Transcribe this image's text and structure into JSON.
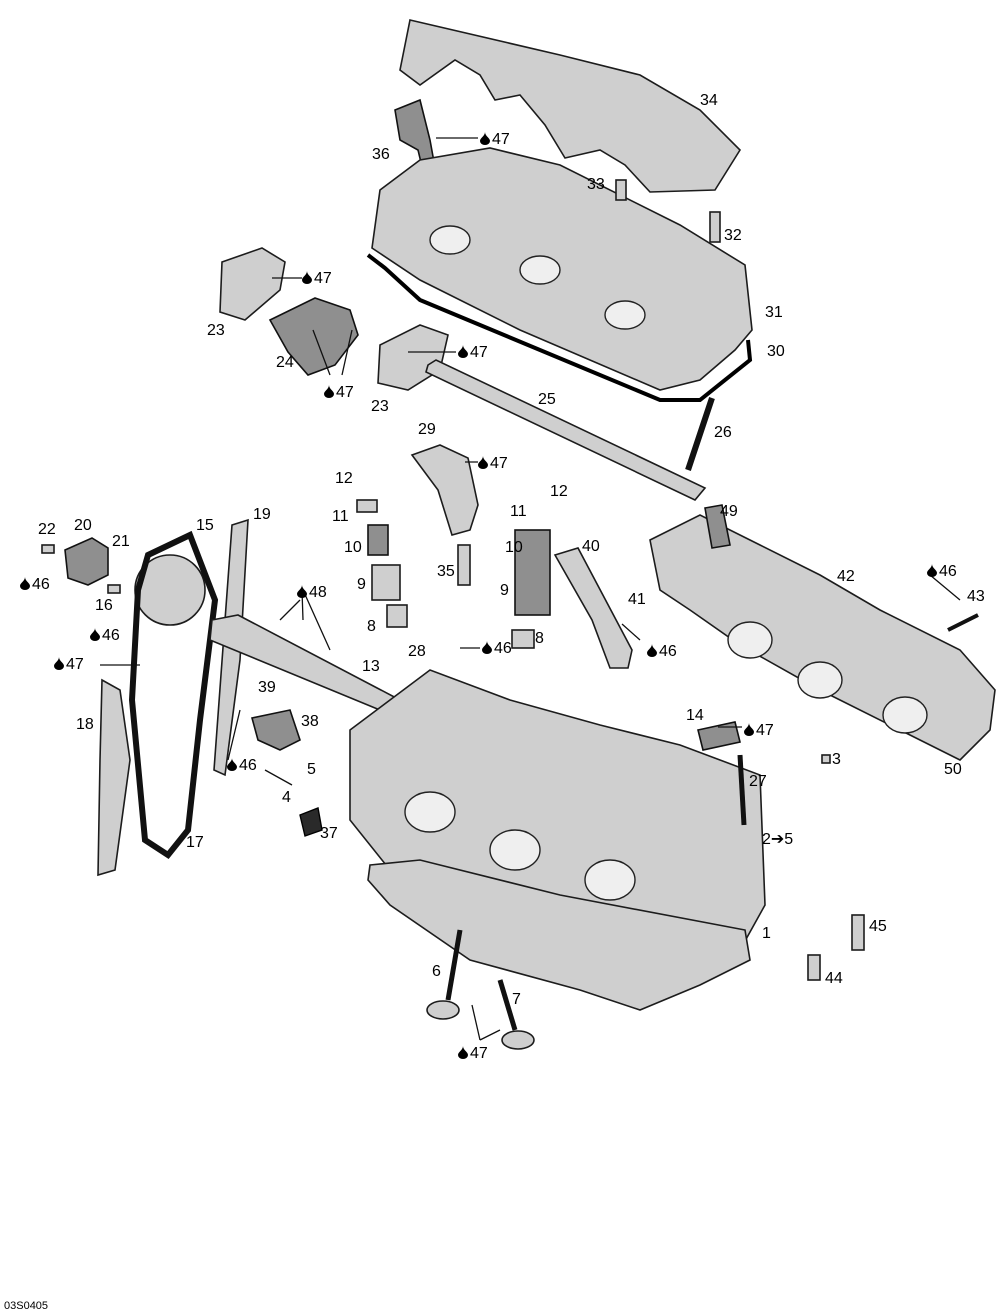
{
  "figure_code": "03S0405",
  "callouts": [
    {
      "text": "34",
      "lube": false
    },
    {
      "text": "47",
      "lube": true
    },
    {
      "text": "36",
      "lube": false
    },
    {
      "text": "33",
      "lube": false
    },
    {
      "text": "32",
      "lube": false
    },
    {
      "text": "47",
      "lube": true
    },
    {
      "text": "31",
      "lube": false
    },
    {
      "text": "23",
      "lube": false
    },
    {
      "text": "30",
      "lube": false
    },
    {
      "text": "47",
      "lube": true
    },
    {
      "text": "24",
      "lube": false
    },
    {
      "text": "47",
      "lube": true
    },
    {
      "text": "23",
      "lube": false
    },
    {
      "text": "25",
      "lube": false
    },
    {
      "text": "26",
      "lube": false
    },
    {
      "text": "29",
      "lube": false
    },
    {
      "text": "47",
      "lube": true
    },
    {
      "text": "12",
      "lube": false
    },
    {
      "text": "12",
      "lube": false
    },
    {
      "text": "11",
      "lube": false
    },
    {
      "text": "11",
      "lube": false
    },
    {
      "text": "49",
      "lube": false
    },
    {
      "text": "22",
      "lube": false
    },
    {
      "text": "20",
      "lube": false
    },
    {
      "text": "15",
      "lube": false
    },
    {
      "text": "19",
      "lube": false
    },
    {
      "text": "21",
      "lube": false
    },
    {
      "text": "10",
      "lube": false
    },
    {
      "text": "10",
      "lube": false
    },
    {
      "text": "40",
      "lube": false
    },
    {
      "text": "46",
      "lube": true
    },
    {
      "text": "35",
      "lube": false
    },
    {
      "text": "42",
      "lube": false
    },
    {
      "text": "46",
      "lube": true
    },
    {
      "text": "9",
      "lube": false
    },
    {
      "text": "48",
      "lube": true
    },
    {
      "text": "9",
      "lube": false
    },
    {
      "text": "43",
      "lube": false
    },
    {
      "text": "16",
      "lube": false
    },
    {
      "text": "41",
      "lube": false
    },
    {
      "text": "46",
      "lube": true
    },
    {
      "text": "8",
      "lube": false
    },
    {
      "text": "8",
      "lube": false
    },
    {
      "text": "28",
      "lube": false
    },
    {
      "text": "46",
      "lube": true
    },
    {
      "text": "46",
      "lube": true
    },
    {
      "text": "47",
      "lube": true
    },
    {
      "text": "13",
      "lube": false
    },
    {
      "text": "39",
      "lube": false
    },
    {
      "text": "18",
      "lube": false
    },
    {
      "text": "14",
      "lube": false
    },
    {
      "text": "47",
      "lube": true
    },
    {
      "text": "38",
      "lube": false
    },
    {
      "text": "46",
      "lube": true
    },
    {
      "text": "3",
      "lube": false
    },
    {
      "text": "27",
      "lube": false
    },
    {
      "text": "50",
      "lube": false
    },
    {
      "text": "5",
      "lube": false
    },
    {
      "text": "4",
      "lube": false
    },
    {
      "text": "37",
      "lube": false
    },
    {
      "text": "2➔5",
      "lube": false
    },
    {
      "text": "17",
      "lube": false
    },
    {
      "text": "45",
      "lube": false
    },
    {
      "text": "1",
      "lube": false
    },
    {
      "text": "6",
      "lube": false
    },
    {
      "text": "44",
      "lube": false
    },
    {
      "text": "7",
      "lube": false
    },
    {
      "text": "47",
      "lube": true
    }
  ]
}
